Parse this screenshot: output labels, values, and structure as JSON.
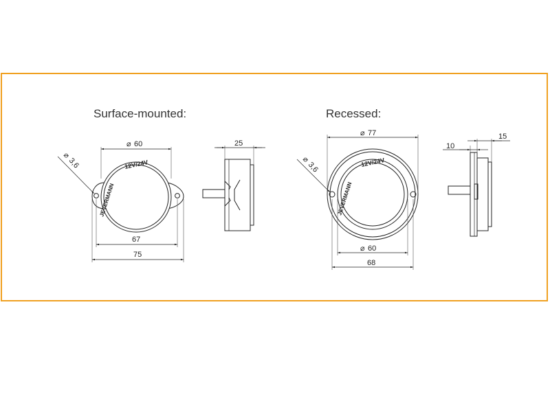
{
  "titles": {
    "surface": "Surface-mounted:",
    "recessed": "Recessed:"
  },
  "surface": {
    "dim_diameter": "60",
    "dim_hole": "3,6",
    "dim_depth": "25",
    "dim_inner_width": "67",
    "dim_outer_width": "75",
    "label_voltage": "12V/24V",
    "label_brand": "JEVERMANN"
  },
  "recessed": {
    "dim_diameter_outer": "77",
    "dim_hole": "3,6",
    "dim_flange": "10",
    "dim_depth": "15",
    "dim_diameter_inner": "60",
    "dim_width": "68",
    "label_voltage": "12V/24V",
    "label_brand": "JEVERMANN"
  },
  "symbols": {
    "diameter": "⌀"
  },
  "colors": {
    "frame": "#f0a020",
    "line": "#222222"
  }
}
